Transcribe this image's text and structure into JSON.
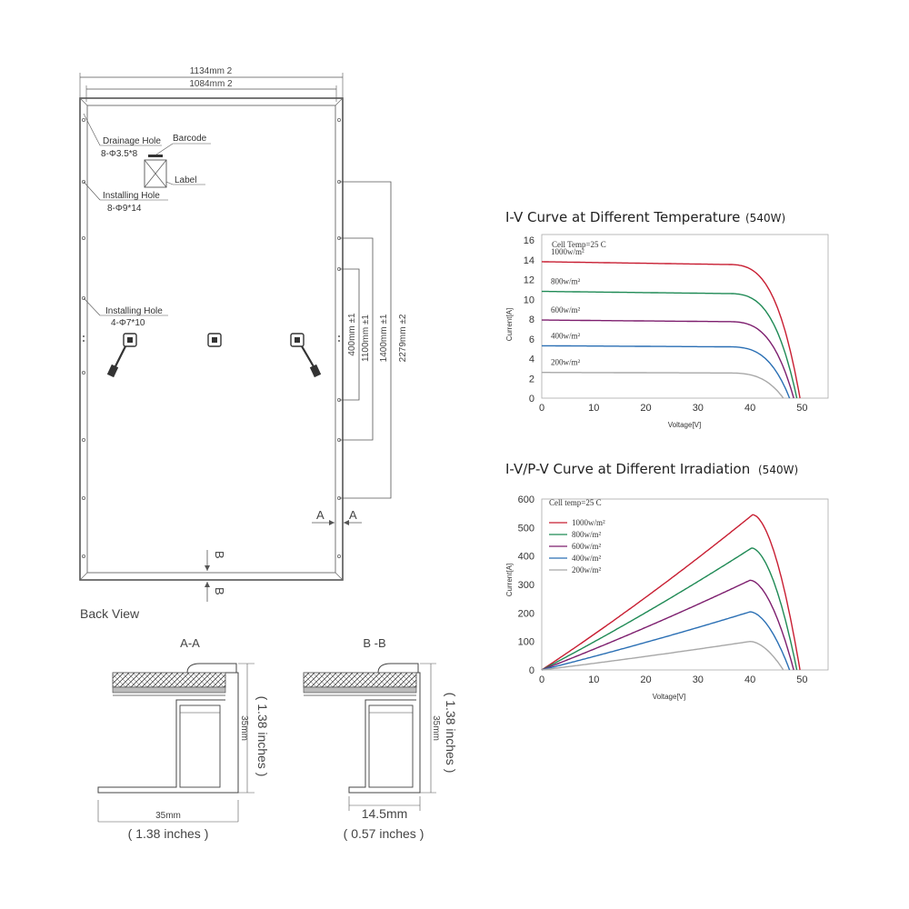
{
  "back_view": {
    "caption": "Back View",
    "dim_outer_width": "1134mm  2",
    "dim_inner_width": "1084mm  2",
    "drainage_hole_label": "Drainage Hole",
    "drainage_hole_spec": "8-Φ3.5*8",
    "barcode_label": "Barcode",
    "label_label": "Label",
    "installing_hole_1_label": "Installing Hole",
    "installing_hole_1_spec": "8-Φ9*14",
    "installing_hole_2_label": "Installing Hole",
    "installing_hole_2_spec": "4-Φ7*10",
    "dim_400": "400mm ±1",
    "dim_1100": "1100mm ±1",
    "dim_1400": "1400mm ±1",
    "dim_2279": "2279mm ±2",
    "section_a_mark": "A",
    "section_b_mark": "B"
  },
  "sections": {
    "aa_title": "A-A",
    "aa_height_mm": "35mm",
    "aa_height_in": "( 1.38 inches )",
    "aa_width_mm": "35mm",
    "aa_width_in": "( 1.38 inches )",
    "bb_title": "B -B",
    "bb_height_mm": "35mm",
    "bb_height_in": "( 1.38 inches )",
    "bb_width_mm": "14.5mm",
    "bb_width_in": "( 0.57 inches )"
  },
  "colors": {
    "c1000": "#c81e32",
    "c800": "#1f8a55",
    "c600": "#7d1e6e",
    "c400": "#2a6fb4",
    "c200": "#a8a8a8",
    "frame": "#555555"
  },
  "chart_data": [
    {
      "type": "line",
      "title": "I-V Curve at Different Temperature",
      "title_suffix": "(540W)",
      "xlabel": "Voltage[V]",
      "ylabel": "Current[A]",
      "xlim": [
        0,
        55
      ],
      "ylim": [
        0,
        16
      ],
      "x_ticks": [
        0,
        10,
        20,
        30,
        40,
        50
      ],
      "y_ticks": [
        0,
        2,
        4,
        6,
        8,
        10,
        12,
        14,
        16
      ],
      "annotation": "Cell Temp=25 C",
      "series": [
        {
          "name": "1000w/m²",
          "color": "#c81e32",
          "isc": 13.8,
          "knee": 35,
          "voc": 49.6
        },
        {
          "name": "800w/m²",
          "color": "#1f8a55",
          "isc": 10.8,
          "knee": 35,
          "voc": 49.0
        },
        {
          "name": "600w/m²",
          "color": "#7d1e6e",
          "isc": 7.9,
          "knee": 35,
          "voc": 48.4
        },
        {
          "name": "400w/m²",
          "color": "#2a6fb4",
          "isc": 5.3,
          "knee": 35,
          "voc": 47.6
        },
        {
          "name": "200w/m²",
          "color": "#a8a8a8",
          "isc": 2.6,
          "knee": 35,
          "voc": 46.4
        }
      ]
    },
    {
      "type": "line",
      "title": "I-V/P-V Curve at Different Irradiation",
      "title_suffix": "(540W)",
      "xlabel": "Voltage[V]",
      "ylabel": "Current[A]",
      "xlim": [
        0,
        55
      ],
      "ylim": [
        0,
        600
      ],
      "x_ticks": [
        0,
        10,
        20,
        30,
        40,
        50
      ],
      "y_ticks": [
        0,
        100,
        200,
        300,
        400,
        500,
        600
      ],
      "annotation": "Cell temp=25 C",
      "series": [
        {
          "name": "1000w/m²",
          "color": "#c81e32",
          "pmax": 545,
          "vmp": 40.5,
          "voc": 49.6
        },
        {
          "name": "800w/m²",
          "color": "#1f8a55",
          "pmax": 428,
          "vmp": 40.3,
          "voc": 49.0
        },
        {
          "name": "600w/m²",
          "color": "#7d1e6e",
          "pmax": 315,
          "vmp": 40.0,
          "voc": 48.4
        },
        {
          "name": "400w/m²",
          "color": "#2a6fb4",
          "pmax": 204,
          "vmp": 40.0,
          "voc": 47.6
        },
        {
          "name": "200w/m²",
          "color": "#a8a8a8",
          "pmax": 100,
          "vmp": 40.0,
          "voc": 46.4
        }
      ]
    }
  ]
}
